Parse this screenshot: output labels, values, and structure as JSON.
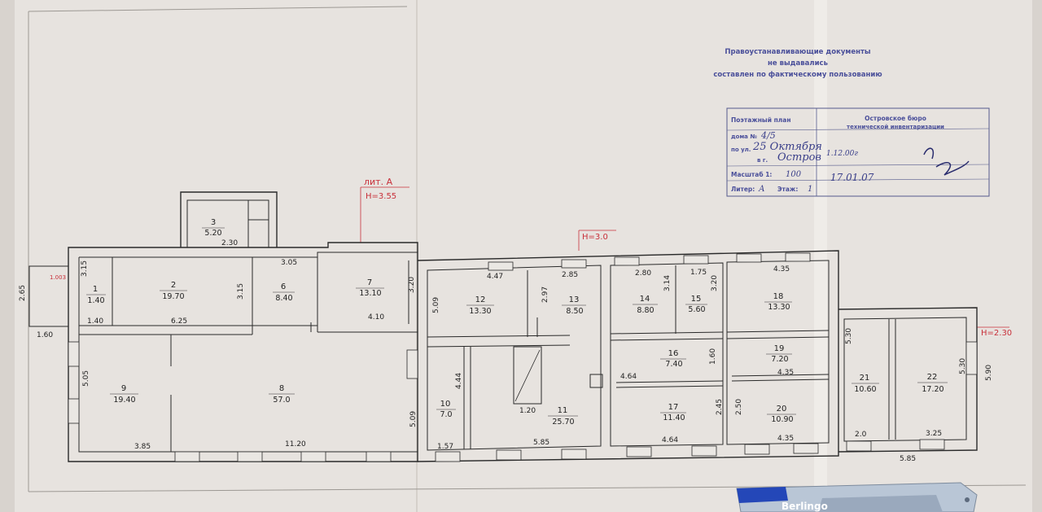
{
  "stamp": {
    "line1": "Правоустанавливающие документы",
    "line2": "не выдавались",
    "line3": "составлен по фактическому пользованию"
  },
  "title_block": {
    "plan_label": "Поэтажный план",
    "bureau_line1": "Островское бюро",
    "bureau_line2": "технической инвентаризации",
    "house_label": "дома №",
    "house_no": "4/5",
    "street_label": "по ул.",
    "street": "25 Октября",
    "town_label": "в г.",
    "town": "Остров",
    "scale_label": "Масштаб 1:",
    "scale": "100",
    "liter_label": "Литер:",
    "liter": "А",
    "floor_label": "Этаж:",
    "floor": "1",
    "date1": "1.12.00г",
    "date2": "17.01.07"
  },
  "annotations": {
    "lit": "лит. А",
    "h1": "Н=3.55",
    "h2": "Н=3.0",
    "h3": "Н=2.30",
    "side": "1.003"
  },
  "rooms": [
    {
      "num": "1",
      "area": "1.40"
    },
    {
      "num": "2",
      "area": "19.70"
    },
    {
      "num": "3",
      "area": "5.20"
    },
    {
      "num": "6",
      "area": "8.40"
    },
    {
      "num": "7",
      "area": "13.10"
    },
    {
      "num": "8",
      "area": "57.0"
    },
    {
      "num": "9",
      "area": "19.40"
    },
    {
      "num": "10",
      "area": "7.0"
    },
    {
      "num": "11",
      "area": "25.70"
    },
    {
      "num": "12",
      "area": "13.30"
    },
    {
      "num": "13",
      "area": "8.50"
    },
    {
      "num": "14",
      "area": "8.80"
    },
    {
      "num": "15",
      "area": "5.60"
    },
    {
      "num": "16",
      "area": "7.40"
    },
    {
      "num": "17",
      "area": "11.40"
    },
    {
      "num": "18",
      "area": "13.30"
    },
    {
      "num": "19",
      "area": "7.20"
    },
    {
      "num": "20",
      "area": "10.90"
    },
    {
      "num": "21",
      "area": "10.60"
    },
    {
      "num": "22",
      "area": "17.20"
    }
  ],
  "dims": [
    "2.65",
    "1.60",
    "3.15",
    "1.40",
    "6.25",
    "3.15",
    "3.05",
    "4.10",
    "3.20",
    "2.30",
    "5.05",
    "3.85",
    "11.20",
    "5.09",
    "4.47",
    "2.85",
    "2.97",
    "4.44",
    "1.20",
    "1.57",
    "5.85",
    "2.80",
    "3.14",
    "1.75",
    "3.20",
    "4.64",
    "1.60",
    "2.45",
    "4.64",
    "4.35",
    "2.50",
    "4.35",
    "4.35",
    "5.30",
    "5.30",
    "5.90",
    "2.0",
    "3.25",
    "5.85",
    "5.09"
  ],
  "marker": {
    "brand": "Berlingo"
  }
}
